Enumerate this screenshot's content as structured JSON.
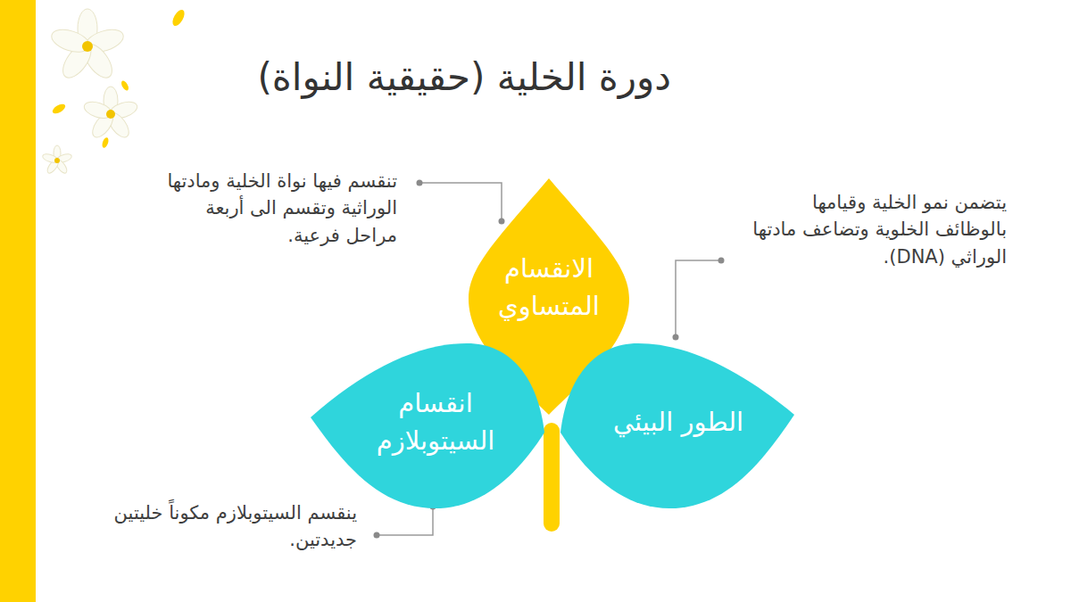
{
  "diagram": {
    "title": "دورة الخلية (حقيقية النواة)",
    "nodes": [
      {
        "text": [
          "الانقسام المتساوي"
        ]
      },
      {
        "text": [
          "الطور البيئي"
        ]
      },
      {
        "text": [
          "انقسام السيتوبلازم"
        ]
      }
    ],
    "labels": [
      "تنقسم فيها نواة الخلية ومادتها الوراثية وتقسم الى أربعة مراحل فرعية.",
      "يتضمن نمو الخلية وقيامها بالوظائف الخلوية وتضاعف مادتها الوراثي (DNA).",
      "ينقسم السيتوبلازم مكوناً خليتين جديدتين."
    ]
  }
}
